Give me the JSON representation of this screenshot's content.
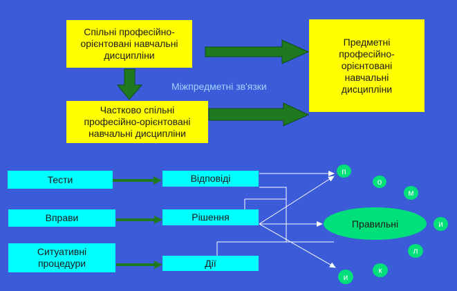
{
  "colors": {
    "background": "#3b5bd9",
    "yellow_box": "#ffff00",
    "cyan_box": "#00ffff",
    "arrow_green": "#1f7a1f",
    "connector": "#ffffff",
    "circle_green": "#00e07a"
  },
  "top": {
    "box_common": "Спільні  професійно-орієнтовані  навчальні дисципліни",
    "box_partial": "Частково спільні професійно-орієнтовані навчальні дисципліни",
    "box_subject": "Предметні професійно-орієнтовані навчальні дисципліни",
    "link_label": "Міжпредметні зв'язки"
  },
  "bottom": {
    "inputs": [
      "Тести",
      "Вправи",
      "Ситуативні процедури"
    ],
    "outputs": [
      "Відповіді",
      "Рішення",
      "Дії"
    ],
    "center_label": "Правильні",
    "letters": [
      "п",
      "о",
      "м",
      "и",
      "л",
      "к",
      "и"
    ]
  }
}
